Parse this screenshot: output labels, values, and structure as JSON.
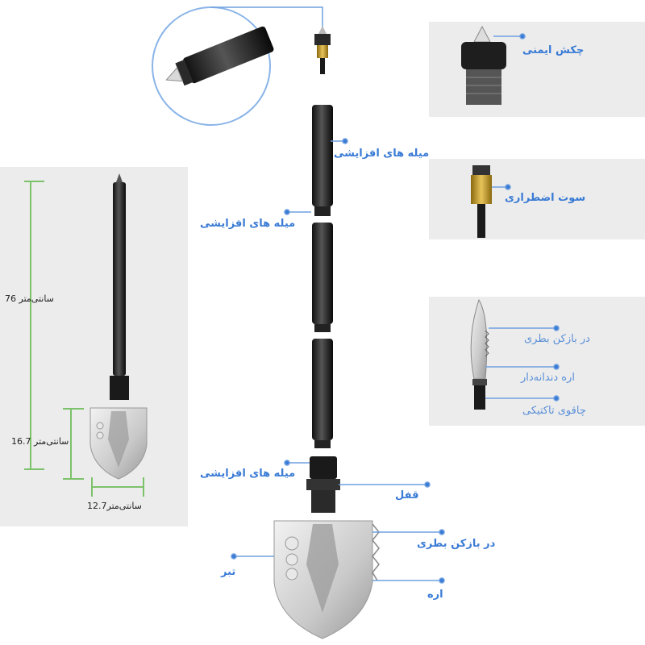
{
  "labels": {
    "safety_hammer": "چکش ایمنی",
    "extension_rod_1": "میله های افزایشی",
    "emergency_whistle": "سوت اضطراری",
    "extension_rod_2": "میله های افزایشی",
    "bottle_opener_knife": "در بازکن بطری",
    "serrated_saw": "اره دندانه‌دار",
    "tactical_knife": "چاقوی تاکتیکی",
    "extension_rod_3": "میله های افزایشی",
    "lock": "قفل",
    "bottle_opener_shovel": "در بازکن بطری",
    "axe": "تبر",
    "saw": "اره"
  },
  "dimensions": {
    "total_length": "76 سانتی‌متر",
    "blade_height": "16.7 سانتی‌متر",
    "blade_width": "12.7سانتی‌متر"
  },
  "colors": {
    "label_blue": "#3a7bd5",
    "leader_blue": "#6fa0e0",
    "dimension_green": "#7cc26a",
    "panel_gray": "#ececec"
  }
}
